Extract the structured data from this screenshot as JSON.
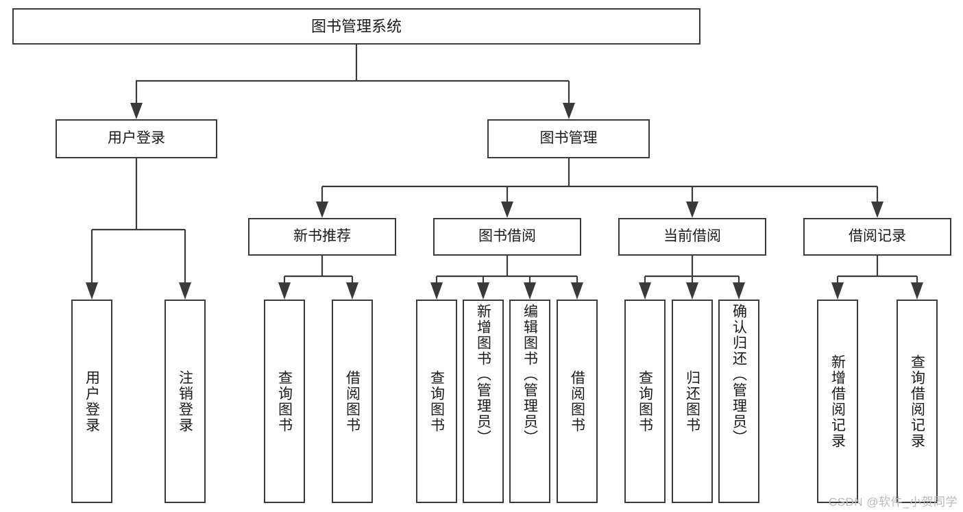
{
  "diagram": {
    "title": "图书管理系统",
    "type": "tree-hierarchy-chart",
    "root": {
      "label": "图书管理系统"
    },
    "level2": [
      {
        "label": "用户登录"
      },
      {
        "label": "图书管理"
      }
    ],
    "level3": [
      {
        "label": "新书推荐"
      },
      {
        "label": "图书借阅"
      },
      {
        "label": "当前借阅"
      },
      {
        "label": "借阅记录"
      }
    ],
    "leaves": {
      "user_login": [
        {
          "label": "用户登录"
        },
        {
          "label": "注销登录"
        }
      ],
      "new_book_recommend": [
        {
          "label": "查询图书"
        },
        {
          "label": "借阅图书"
        }
      ],
      "book_borrow": [
        {
          "label": "查询图书"
        },
        {
          "label": "新增图书（管理员）"
        },
        {
          "label": "编辑图书（管理员）"
        },
        {
          "label": "借阅图书"
        }
      ],
      "current_borrow": [
        {
          "label": "查询图书"
        },
        {
          "label": "归还图书"
        },
        {
          "label": "确认归还（管理员）"
        }
      ],
      "borrow_record": [
        {
          "label": "新增借阅记录"
        },
        {
          "label": "查询借阅记录"
        }
      ]
    }
  },
  "watermark": {
    "text": "CSDN @软件_小贺同学"
  },
  "colors": {
    "stroke": "#3a3a3a",
    "fill": "#ffffff",
    "text": "#1a1a1a",
    "watermark": "#b9b9b9"
  }
}
